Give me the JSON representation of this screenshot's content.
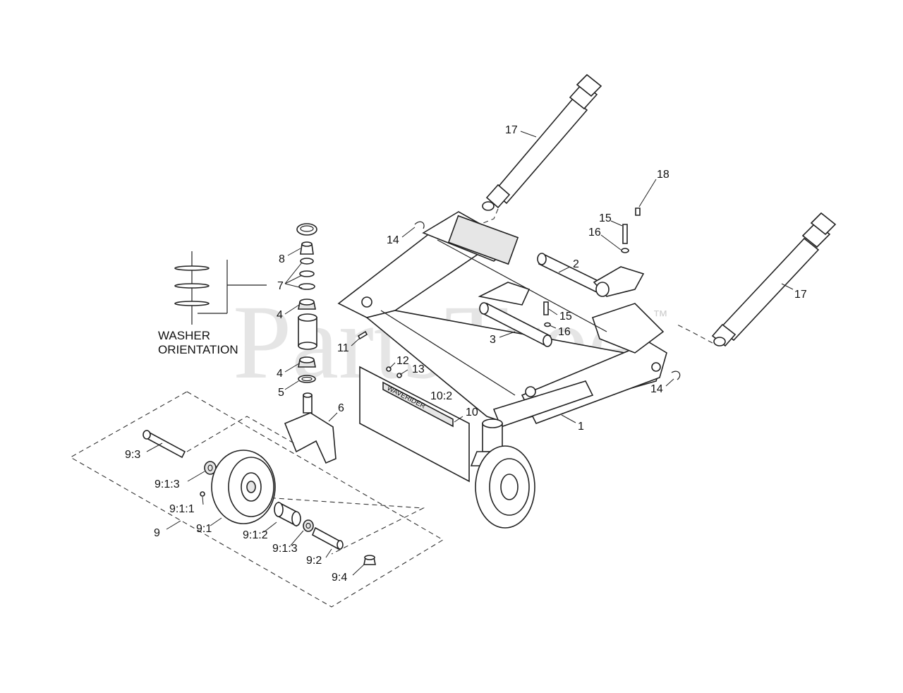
{
  "watermark": {
    "text": "PartsTree",
    "trademark": "™"
  },
  "washer_note": {
    "line1": "WASHER",
    "line2": "ORIENTATION"
  },
  "decal_text": "WAVERIDER",
  "callouts": [
    {
      "id": "c17a",
      "text": "17"
    },
    {
      "id": "c18",
      "text": "18"
    },
    {
      "id": "c15a",
      "text": "15"
    },
    {
      "id": "c16a",
      "text": "16"
    },
    {
      "id": "c14a",
      "text": "14"
    },
    {
      "id": "c8",
      "text": "8"
    },
    {
      "id": "c2",
      "text": "2"
    },
    {
      "id": "c7",
      "text": "7"
    },
    {
      "id": "c17b",
      "text": "17"
    },
    {
      "id": "c4a",
      "text": "4"
    },
    {
      "id": "c15b",
      "text": "15"
    },
    {
      "id": "c16b",
      "text": "16"
    },
    {
      "id": "c3",
      "text": "3"
    },
    {
      "id": "c11",
      "text": "11"
    },
    {
      "id": "c12",
      "text": "12"
    },
    {
      "id": "c13",
      "text": "13"
    },
    {
      "id": "c4b",
      "text": "4"
    },
    {
      "id": "c14b",
      "text": "14"
    },
    {
      "id": "c5",
      "text": "5"
    },
    {
      "id": "c10_2",
      "text": "10:2"
    },
    {
      "id": "c6",
      "text": "6"
    },
    {
      "id": "c10",
      "text": "10"
    },
    {
      "id": "c1",
      "text": "1"
    },
    {
      "id": "c9_3",
      "text": "9:3"
    },
    {
      "id": "c9_1_3a",
      "text": "9:1:3"
    },
    {
      "id": "c9_1_1",
      "text": "9:1:1"
    },
    {
      "id": "c9",
      "text": "9"
    },
    {
      "id": "c9_1",
      "text": "9:1"
    },
    {
      "id": "c9_1_2",
      "text": "9:1:2"
    },
    {
      "id": "c9_1_3b",
      "text": "9:1:3"
    },
    {
      "id": "c9_2",
      "text": "9:2"
    },
    {
      "id": "c9_4",
      "text": "9:4"
    }
  ]
}
